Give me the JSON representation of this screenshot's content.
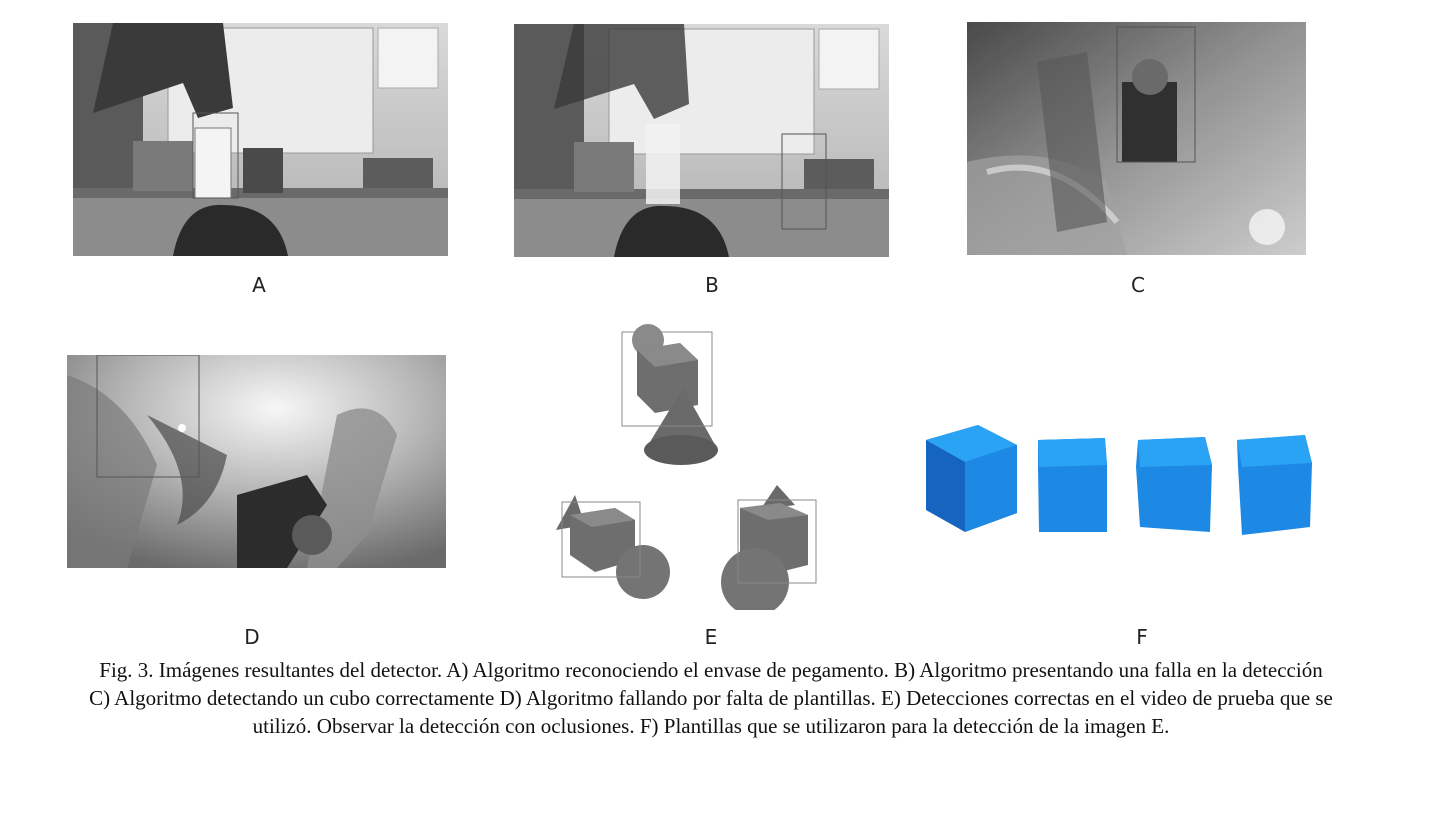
{
  "panels": [
    {
      "label": "A",
      "image": "grayscale office scene, hand holding a glue bottle, detection box on bottle"
    },
    {
      "label": "B",
      "image": "grayscale office scene, blurred bottle, misplaced detection box on the right"
    },
    {
      "label": "C",
      "image": "grayscale blurred scene, cube detected with bounding box"
    },
    {
      "label": "D",
      "image": "grayscale textured floor scene, misplaced detection box"
    },
    {
      "label": "E",
      "image": "rendered gray cubes, cones and spheres with detection boxes"
    },
    {
      "label": "F",
      "image": "four blue cube templates at different angles"
    }
  ],
  "caption": {
    "line1": "Fig.  3.  Imágenes resultantes del detector.   A) Algoritmo reconociendo el envase de pegamento. B) Algoritmo presentando una falla en la detección",
    "line2": "C) Algoritmo detectando  un cubo correctamente  D) Algoritmo fallando  por falta  de plantillas.  E) Detecciones correctas en el video de prueba que se",
    "line3": "utilizó.  Observar la detección  con oclusiones. F) Plantillas  que se utilizaron  para la detección  de la imagen  E."
  },
  "colors": {
    "cube_blue": "#1e88e5",
    "cube_top": "#2aa3f5",
    "render_gray": "#6e6e6e"
  }
}
